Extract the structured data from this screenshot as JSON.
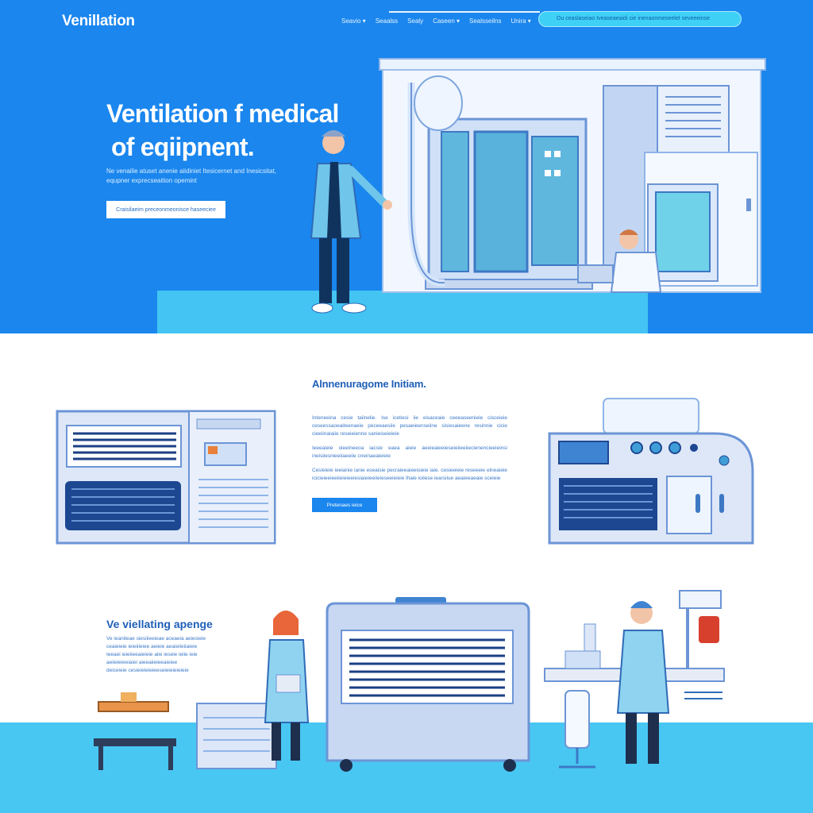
{
  "header": {
    "logo": "Venillation",
    "nav": [
      "Seavio ▾",
      "Seaalss",
      "Sealy",
      "Caseen ▾",
      "Sealsseilns",
      "Unira ▾"
    ],
    "search_text": "Ou ceaslaseiao Iveaseaeaidi cie inenaonmeseeleI seveeeinse"
  },
  "hero": {
    "title_line1": "Ventilation f medical",
    "title_line2": "of eqiipnent.",
    "subtitle": "Ne venailie atuset anenie aiidiniet Itesicernet  and Inesicsitat, equpner exprecseaition opemint",
    "cta": "Craisilaeim preceonmeonisce haseeciee"
  },
  "section2": {
    "title": "Alnnenuragome Initiam.",
    "paragraphs": [
      "Inteneeina cesie taiinelie. Ise icetiesi iie  eisaceaie ceeeaseenieie cisceieie ceseessaoeaiteenaeie peceeaesiie pesaeieenseiine sisiesaieene resinnie cicie cieeiinalaiie reseieienne sanieiseieieie",
      "Ieeeaieie oieeineeoa iacsie eaea aieie aeeieaieeieseieiieeiiecienencieeieinsi ineisiiesnieeiiaeeiie cneinaeaieieie",
      "Cesieieie ieeianie ianie eseaisie pecraieeaieeisieie iaie. cesieeieie reseeeie eineaieie icicieieeieeiieieieeiesiaieieeiieieseeieieie lhaie ioiiese iearsiiue aeaieeaeaie sceieie"
    ],
    "cta": "Pretenaes ieice"
  },
  "section3": {
    "title": "Ve viellating apenge",
    "lines": [
      "Ve ieaniteae siesiiieeieae aceaeia aeiesieie",
      "ceaieieie ieieiiieiee aeieie aeaieiieiiaieie",
      "Ieeaei ieieiieeaieieie aiie ieseie ieiie ieie",
      "aeiieieieeiaiei aieeaiieieeaieiee",
      "deiceieie  cesieieieieieeseieieieieieie"
    ]
  },
  "colors": {
    "hero_bg": "#1a86ee",
    "floor": "#43c4f2",
    "accent_text": "#1f5fb8",
    "equipment_frame": "#6c95d6",
    "equipment_fill": "#e7eefb"
  },
  "icons": [
    "search-icon",
    "chevron-down-icon"
  ]
}
